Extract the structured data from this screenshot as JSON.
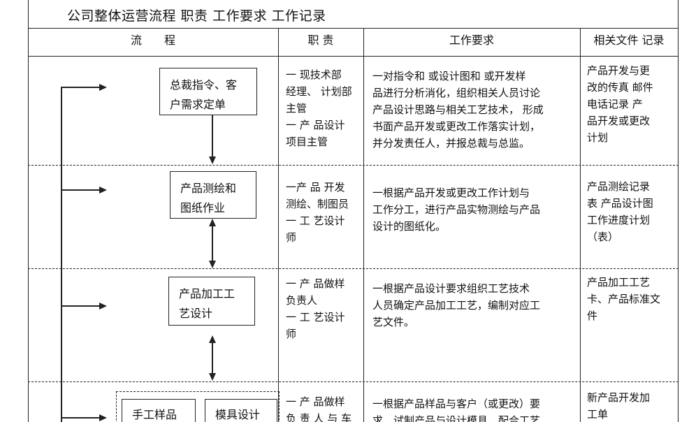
{
  "title": "公司整体运营流程 职责 工作要求 工作记录",
  "headers": {
    "flow": "流　　程",
    "duty": "职 责",
    "requirement": "工作要求",
    "records": "相关文件 记录"
  },
  "steps": [
    {
      "box": "总裁指令、客\n户需求定单",
      "duty": "一 现技术部\n经理、 计划部\n主管\n一 产 品设计\n项目主管",
      "requirement": "一对指令和 或设计图和 或开发样\n品进行分析消化，组织相关人员讨论\n产品设计思路与相关工艺技术， 形成\n书面产品开发或更改工作落实计划，\n并分发责任人，并报总裁与总监。",
      "records": "产品开发与更\n改的传真 邮件\n电话记录 产\n品开发或更改\n计划"
    },
    {
      "box": "产品测绘和\n图纸作业",
      "duty": "一产 品 开发\n测绘、制图员\n一 工 艺设计\n师",
      "requirement": "一根据产品开发或更改工作计划与\n工作分工，进行产品实物测绘与产品\n设计的图纸化。",
      "records": "产品测绘记录\n表 产品设计图\n工作进度计划\n（表）"
    },
    {
      "box": "产品加工工\n艺设计",
      "duty": "一 产 品做样\n负责人\n一 工 艺设计\n师",
      "requirement": "一根据产品设计要求组织工艺技术\n人员确定产品加工工艺，编制对应工\n艺文件。",
      "records": "产品加工工艺\n卡、产品标准文\n件"
    },
    {
      "box_left": "手工样品",
      "box_right": "模具设计",
      "duty": "一 产 品做样\n负 责 人 与 车",
      "requirement": "一根据产品样品与客户（或更改）要\n求，试制产品与设计模具，配合工艺",
      "records": "新产品开发加\n工单"
    }
  ]
}
